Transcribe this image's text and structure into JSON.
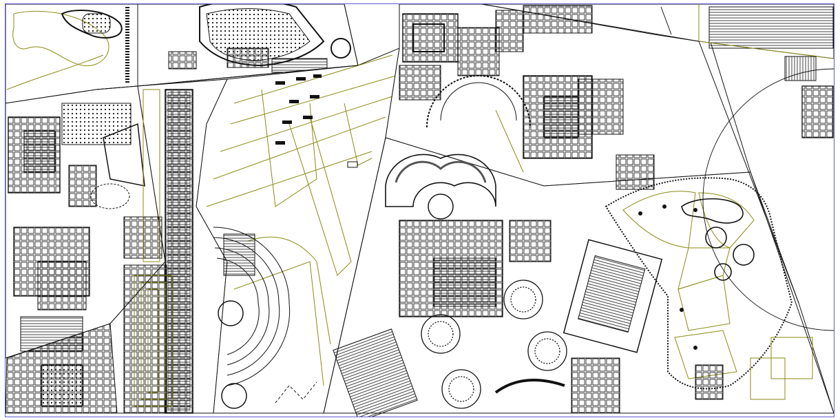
{
  "figure": {
    "kind": "architectural plan collage",
    "line_color": "#111111",
    "accent_color": "#8a8a12",
    "frame_color": "#5b5bd6",
    "background": "#ffffff"
  },
  "panels": [
    {
      "name": "panel-top-left-gardens"
    },
    {
      "name": "panel-left-building-blocks"
    },
    {
      "name": "panel-colonnade-street"
    },
    {
      "name": "panel-radial-garden"
    },
    {
      "name": "panel-central-palace-complex"
    },
    {
      "name": "panel-top-center-courtyards"
    },
    {
      "name": "panel-right-garden-parterre"
    },
    {
      "name": "panel-top-right-terraces"
    }
  ]
}
